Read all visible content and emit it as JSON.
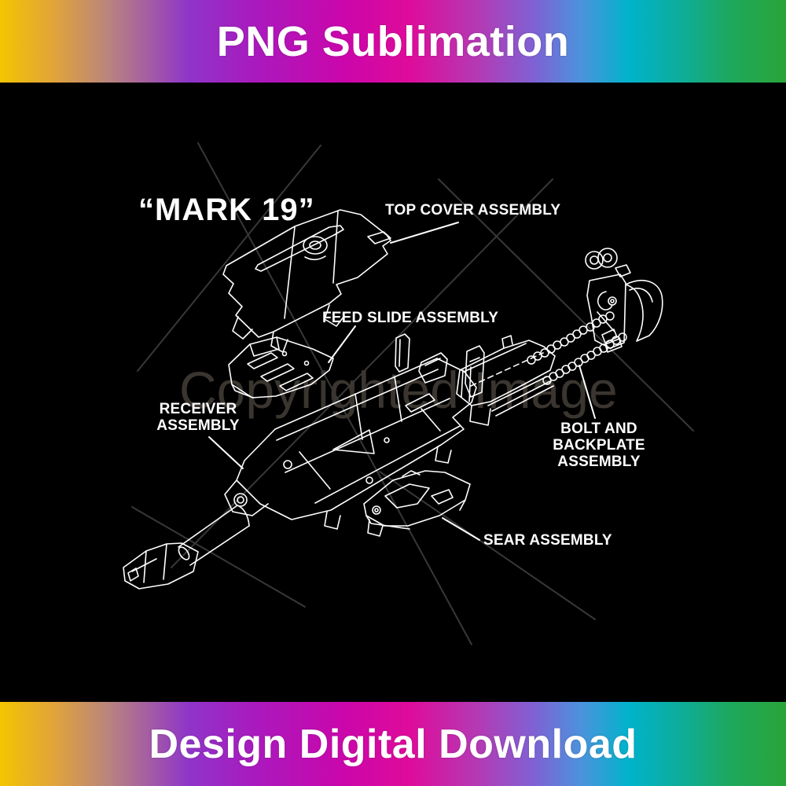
{
  "banner_top": {
    "label": "PNG Sublimation"
  },
  "banner_bottom": {
    "label": "Design Digital Download"
  },
  "diagram": {
    "title": "“MARK 19”",
    "watermark": "Copyrighted Image",
    "labels": {
      "top_cover": "TOP COVER ASSEMBLY",
      "feed_slide": "FEED SLIDE ASSEMBLY",
      "receiver_line1": "RECEIVER",
      "receiver_line2": "ASSEMBLY",
      "bolt_line1": "BOLT AND",
      "bolt_line2": "BACKPLATE",
      "bolt_line3": "ASSEMBLY",
      "sear": "SEAR ASSEMBLY"
    }
  },
  "colors": {
    "background": "#000000",
    "line": "#ffffff",
    "text": "#ffffff",
    "watermark": "#3a352f",
    "gradient": [
      "#f3c500",
      "#e0a33c",
      "#b8837f",
      "#8f35c9",
      "#ab18bd",
      "#cb06aa",
      "#df0b9a",
      "#b33bb5",
      "#7e62d4",
      "#4b93dc",
      "#00b3cb",
      "#0fac96",
      "#1ea85d",
      "#2aa438"
    ]
  }
}
